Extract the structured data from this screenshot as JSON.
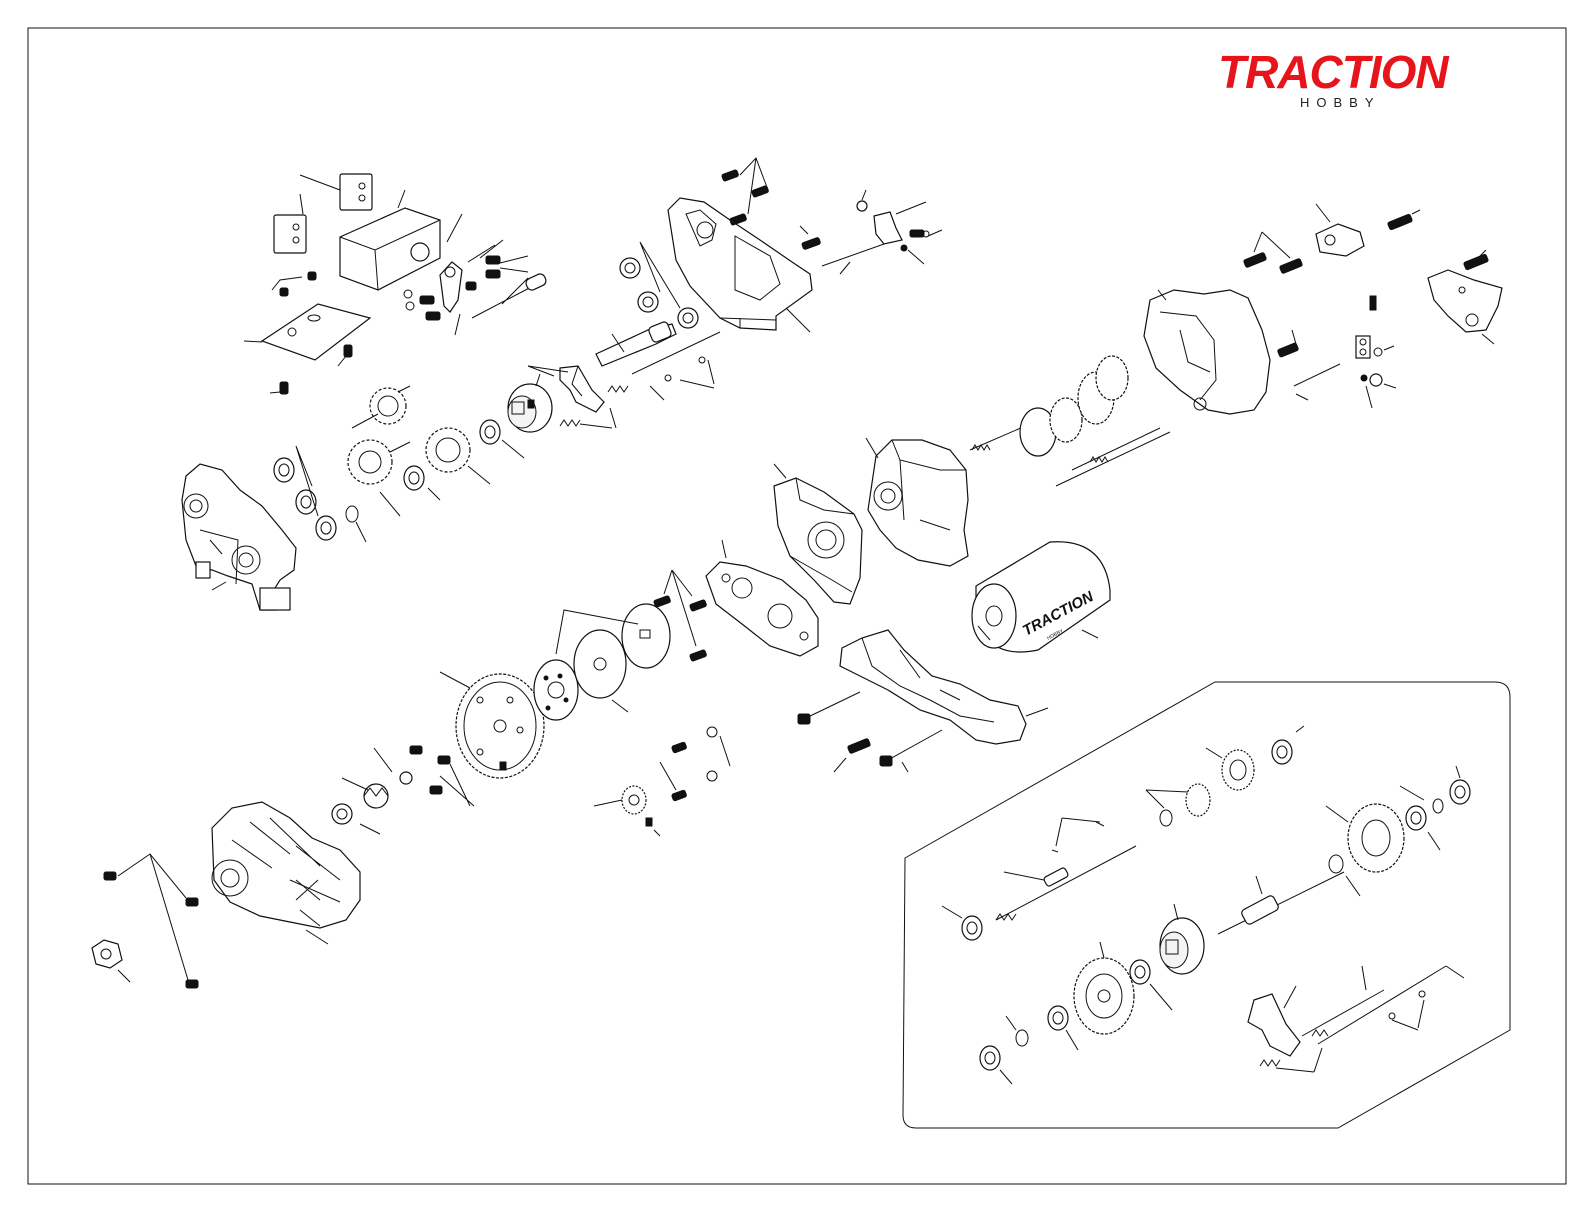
{
  "logo": {
    "brand": "TRACTION",
    "sub": "HOBBY",
    "color": "#e8141c"
  },
  "motor_label": {
    "brand": "TRACTION",
    "sub": "HOBBY"
  },
  "colors": {
    "line": "#111111",
    "background": "#ffffff",
    "accent": "#e8141c"
  }
}
